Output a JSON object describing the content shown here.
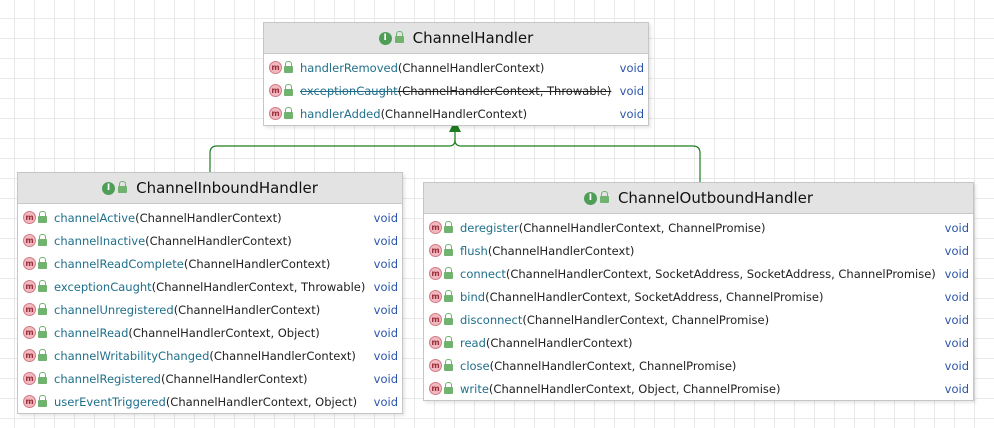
{
  "colors": {
    "connector": "#1e7d1e",
    "method_name": "#1f6f8b",
    "return_type": "#2a55a8"
  },
  "classes": [
    {
      "id": "channel-handler",
      "name": "ChannelHandler",
      "methods": [
        {
          "name": "handlerRemoved",
          "params": "(ChannelHandlerContext)",
          "ret": "void",
          "deprecated": false
        },
        {
          "name": "exceptionCaught",
          "params": "(ChannelHandlerContext, Throwable)",
          "ret": "void",
          "deprecated": true
        },
        {
          "name": "handlerAdded",
          "params": "(ChannelHandlerContext)",
          "ret": "void",
          "deprecated": false
        }
      ]
    },
    {
      "id": "channel-inbound-handler",
      "name": "ChannelInboundHandler",
      "methods": [
        {
          "name": "channelActive",
          "params": "(ChannelHandlerContext)",
          "ret": "void"
        },
        {
          "name": "channelInactive",
          "params": "(ChannelHandlerContext)",
          "ret": "void"
        },
        {
          "name": "channelReadComplete",
          "params": "(ChannelHandlerContext)",
          "ret": "void"
        },
        {
          "name": "exceptionCaught",
          "params": "(ChannelHandlerContext, Throwable)",
          "ret": "void"
        },
        {
          "name": "channelUnregistered",
          "params": "(ChannelHandlerContext)",
          "ret": "void"
        },
        {
          "name": "channelRead",
          "params": "(ChannelHandlerContext, Object)",
          "ret": "void"
        },
        {
          "name": "channelWritabilityChanged",
          "params": "(ChannelHandlerContext)",
          "ret": "void"
        },
        {
          "name": "channelRegistered",
          "params": "(ChannelHandlerContext)",
          "ret": "void"
        },
        {
          "name": "userEventTriggered",
          "params": "(ChannelHandlerContext, Object)",
          "ret": "void"
        }
      ]
    },
    {
      "id": "channel-outbound-handler",
      "name": "ChannelOutboundHandler",
      "methods": [
        {
          "name": "deregister",
          "params": "(ChannelHandlerContext, ChannelPromise)",
          "ret": "void"
        },
        {
          "name": "flush",
          "params": "(ChannelHandlerContext)",
          "ret": "void"
        },
        {
          "name": "connect",
          "params": "(ChannelHandlerContext, SocketAddress, SocketAddress, ChannelPromise)",
          "ret": "void"
        },
        {
          "name": "bind",
          "params": "(ChannelHandlerContext, SocketAddress, ChannelPromise)",
          "ret": "void"
        },
        {
          "name": "disconnect",
          "params": "(ChannelHandlerContext, ChannelPromise)",
          "ret": "void"
        },
        {
          "name": "read",
          "params": "(ChannelHandlerContext)",
          "ret": "void"
        },
        {
          "name": "close",
          "params": "(ChannelHandlerContext, ChannelPromise)",
          "ret": "void"
        },
        {
          "name": "write",
          "params": "(ChannelHandlerContext, Object, ChannelPromise)",
          "ret": "void"
        }
      ]
    }
  ]
}
